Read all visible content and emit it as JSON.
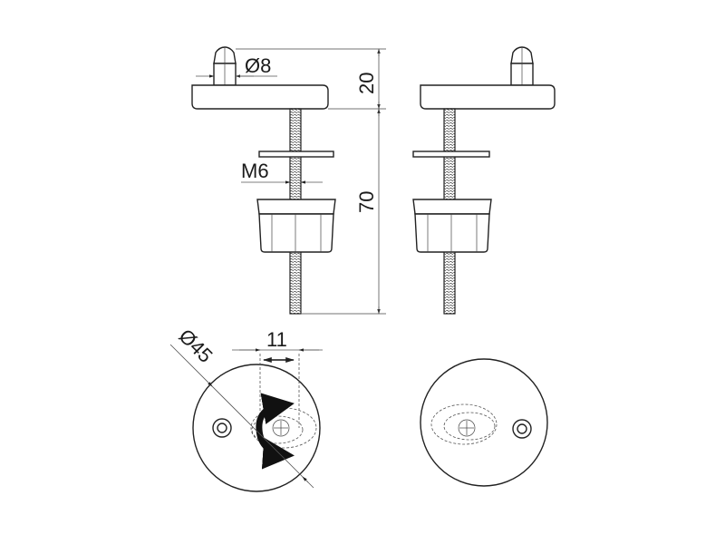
{
  "labels": {
    "pin_diameter": "Ø8",
    "thread": "M6",
    "head_height": "20",
    "bolt_length": "70",
    "base_diameter": "Ø45",
    "slot_offset": "11"
  }
}
